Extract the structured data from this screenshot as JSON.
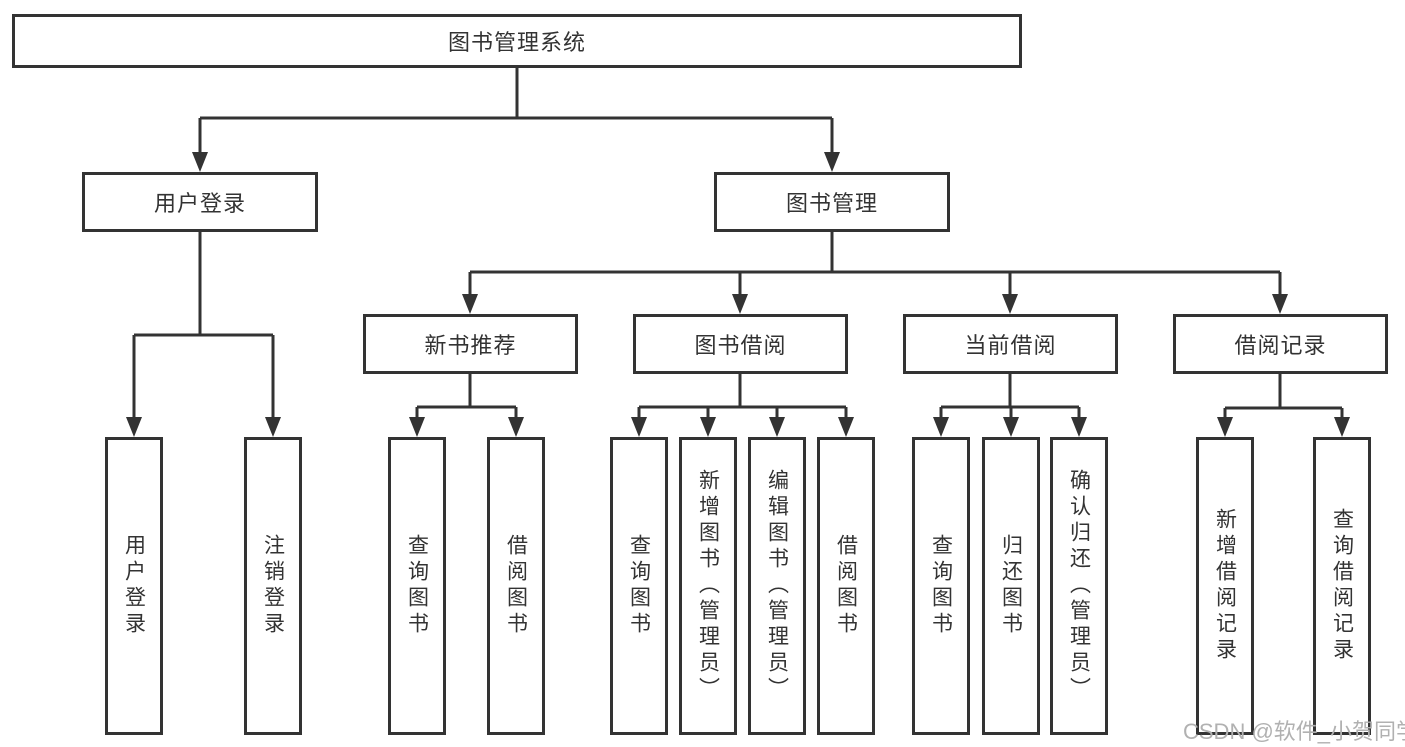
{
  "diagram": {
    "type": "hierarchy-tree",
    "colors": {
      "line": "#333333",
      "box_background": "#ffffff",
      "text": "#333333",
      "watermark": "#b1b1b1"
    },
    "tree": {
      "label": "图书管理系统",
      "children": [
        {
          "label": "用户登录",
          "children": [
            {
              "label": "用户登录"
            },
            {
              "label": "注销登录"
            }
          ]
        },
        {
          "label": "图书管理",
          "children": [
            {
              "label": "新书推荐",
              "children": [
                {
                  "label": "查询图书"
                },
                {
                  "label": "借阅图书"
                }
              ]
            },
            {
              "label": "图书借阅",
              "children": [
                {
                  "label": "查询图书"
                },
                {
                  "label": "新增图书（管理员）"
                },
                {
                  "label": "编辑图书（管理员）"
                },
                {
                  "label": "借阅图书"
                }
              ]
            },
            {
              "label": "当前借阅",
              "children": [
                {
                  "label": "查询图书"
                },
                {
                  "label": "归还图书"
                },
                {
                  "label": "确认归还（管理员）"
                }
              ]
            },
            {
              "label": "借阅记录",
              "children": [
                {
                  "label": "新增借阅记录"
                },
                {
                  "label": "查询借阅记录"
                }
              ]
            }
          ]
        }
      ]
    },
    "watermark": {
      "text": "CSDN @软件_小贺同学"
    }
  }
}
